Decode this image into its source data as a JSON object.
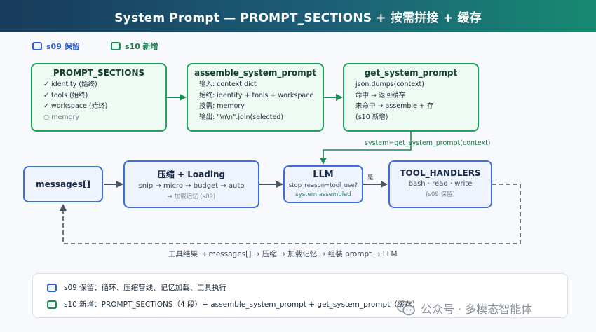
{
  "header": {
    "title": "System Prompt — PROMPT_SECTIONS + 按需拼接 + 缓存"
  },
  "legend_top": {
    "s09": "s09 保留",
    "s10": "s10 新增"
  },
  "boxes": {
    "prompt_sections": {
      "title": "PROMPT_SECTIONS",
      "lines": [
        "✓ identity (始终)",
        "✓ tools (始终)",
        "✓ workspace (始终)",
        "○ memory"
      ]
    },
    "assemble": {
      "title": "assemble_system_prompt",
      "lines": [
        "输入: context dict",
        "始终: identity + tools + workspace",
        "按需: memory",
        "输出: \"\\n\\n\".join(selected)"
      ]
    },
    "get_prompt": {
      "title": "get_system_prompt",
      "lines": [
        "json.dumps(context)",
        "命中 → 返回缓存",
        "未命中 → assemble + 存",
        "(s10 新增)"
      ]
    },
    "messages": {
      "title": "messages[]"
    },
    "compress": {
      "title": "压缩 + Loading",
      "line": "snip → micro → budget → auto",
      "sub": "→ 加载记忆 (s09)"
    },
    "llm": {
      "title": "LLM",
      "line": "stop_reason=tool_use?",
      "sub": "system assembled"
    },
    "tool_handlers": {
      "title": "TOOL_HANDLERS",
      "line": "bash · read · write",
      "sub": "(s09 保留)"
    }
  },
  "labels": {
    "system_conn": "system=get_system_prompt(context)",
    "yes": "是",
    "loop": "工具结果 → messages[] → 压缩 → 加载记忆 → 组装 prompt → LLM"
  },
  "footer": {
    "s09": "s09 保留：循环、压缩管线、记忆加载、工具执行",
    "s10": "s10 新增：PROMPT_SECTIONS（4 段）+ assemble_system_prompt + get_system_prompt（缓存）"
  },
  "watermark": {
    "text": "公众号 · 多模态智能体"
  },
  "colors": {
    "green_border": "#23a15a",
    "blue_border": "#3d6fd6",
    "arrow": "#4a5563"
  }
}
